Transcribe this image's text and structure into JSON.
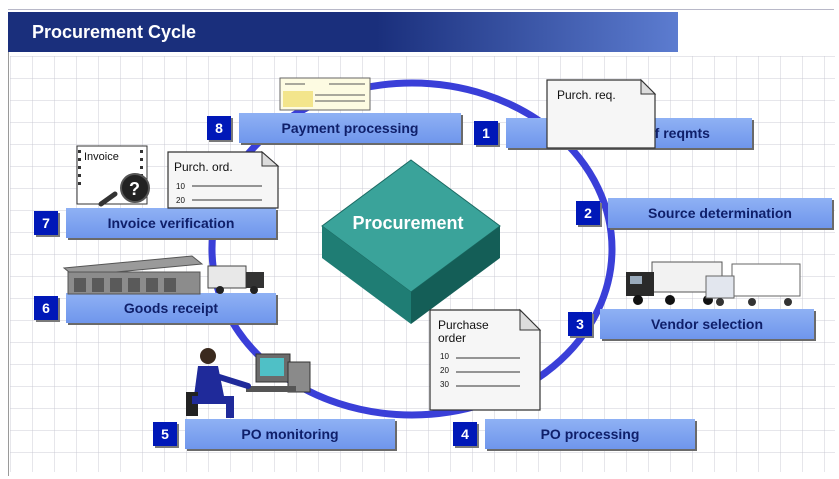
{
  "title": "Procurement Cycle",
  "center_label": "Procurement",
  "steps": [
    {
      "num": "1",
      "label": "Determination of reqmts"
    },
    {
      "num": "2",
      "label": "Source determination"
    },
    {
      "num": "3",
      "label": "Vendor selection"
    },
    {
      "num": "4",
      "label": "PO processing"
    },
    {
      "num": "5",
      "label": "PO monitoring"
    },
    {
      "num": "6",
      "label": "Goods receipt"
    },
    {
      "num": "7",
      "label": "Invoice verification"
    },
    {
      "num": "8",
      "label": "Payment processing"
    }
  ],
  "docs": {
    "purch_req": "Purch. req.",
    "purch_ord": "Purch. ord.",
    "purch_ord_lines": [
      "10",
      "20"
    ],
    "invoice": "Invoice",
    "purchase_order_line1": "Purchase",
    "purchase_order_line2": "order",
    "purchase_order_lines": [
      "10",
      "20",
      "30"
    ]
  },
  "colors": {
    "header_bg": "#1a2f7c",
    "step_number_bg": "#0018b8",
    "step_label_bg": "#7fa3f0",
    "ring": "#3a3fd8",
    "cube_top": "#3aa39a",
    "cube_left": "#1f7d74",
    "cube_right": "#145e57"
  },
  "icons": [
    "payment-form-icon",
    "purch-req-document-icon",
    "invoice-magnifier-icon",
    "purch-ord-document-icon",
    "warehouse-truck-icon",
    "trucks-icon",
    "purchase-order-document-icon",
    "computer-user-icon"
  ]
}
